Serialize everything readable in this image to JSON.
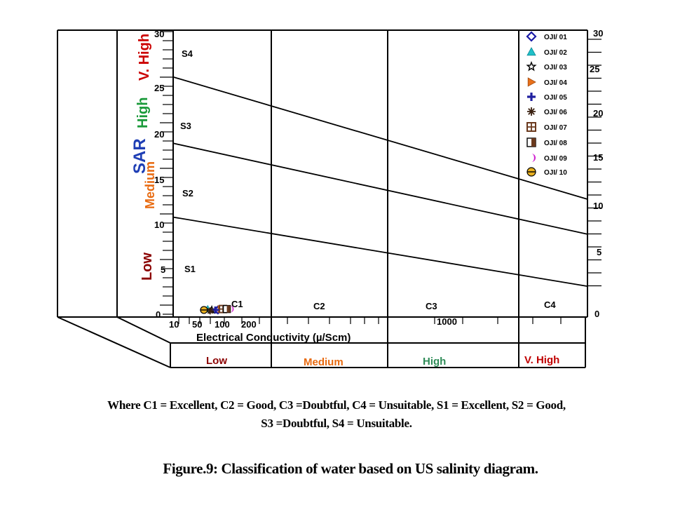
{
  "chart_data": {
    "type": "scatter",
    "title": "",
    "xlabel": "Electrical Conductivity (µ/Scm)",
    "ylabel": "SAR",
    "ylim": [
      0,
      30
    ],
    "y_ticks": [
      "30",
      "25",
      "20",
      "15",
      "10",
      "5",
      "0"
    ],
    "right_ticks": [
      "30",
      "25",
      "20",
      "15",
      "10",
      "5",
      "0"
    ],
    "x_tick_labels": [
      "10",
      "50",
      "100",
      "200",
      "1000"
    ],
    "conductivity_zones": [
      "C1",
      "C2",
      "C3",
      "C4"
    ],
    "sar_zones": [
      "S1",
      "S2",
      "S3",
      "S4"
    ],
    "conductivity_classes": [
      {
        "label": "Low",
        "color": "#8b0000"
      },
      {
        "label": "Medium",
        "color": "#e86a10"
      },
      {
        "label": "High",
        "color": "#2e8b57"
      },
      {
        "label": "V. High",
        "color": "#c00000"
      }
    ],
    "sar_classes": [
      {
        "label": "V. High",
        "color": "#cc0000"
      },
      {
        "label": "High",
        "color": "#1a9a3a"
      },
      {
        "label": "Medium",
        "color": "#e86a10"
      },
      {
        "label": "Low",
        "color": "#8b0000"
      }
    ],
    "sar_title_color": "#1f3fb5",
    "boundary_lines": [
      {
        "name": "S3/S4",
        "left": 25.2,
        "right": 12.3
      },
      {
        "name": "S2/S3",
        "left": 18.2,
        "right": 8.6
      },
      {
        "name": "S1/S2",
        "left": 10.4,
        "right": 3.1
      }
    ],
    "series": [
      {
        "name": "OJI/ 01",
        "marker": "diamond",
        "color": "#1a1aa6",
        "x": 47,
        "y": 0.3
      },
      {
        "name": "OJI/ 02",
        "marker": "triangle",
        "color": "#20c0c8",
        "x": 33,
        "y": 0.4
      },
      {
        "name": "OJI/ 03",
        "marker": "star",
        "color": "#000000",
        "x": 38,
        "y": 0.3
      },
      {
        "name": "OJI/ 04",
        "marker": "triangle-right",
        "color": "#e8701a",
        "x": 52,
        "y": 0.4
      },
      {
        "name": "OJI/ 05",
        "marker": "plus",
        "color": "#2020a0",
        "x": 43,
        "y": 0.3
      },
      {
        "name": "OJI/ 06",
        "marker": "asterisk",
        "color": "#3a2010",
        "x": 36,
        "y": 0.2
      },
      {
        "name": "OJI/ 07",
        "marker": "grid-square",
        "color": "#6b3a1e",
        "x": 56,
        "y": 0.4
      },
      {
        "name": "OJI/ 08",
        "marker": "half-square",
        "color": "#6b3a1e",
        "x": 64,
        "y": 0.4
      },
      {
        "name": "OJI/ 09",
        "marker": "crescent",
        "color": "#d020d0",
        "x": 72,
        "y": 0.4
      },
      {
        "name": "OJI/ 10",
        "marker": "circle-bar",
        "color": "#e8b020",
        "x": 29,
        "y": 0.3
      }
    ]
  },
  "captions": {
    "note_line1": "Where C1 = Excellent, C2 = Good, C3 =Doubtful, C4 = Unsuitable, S1 = Excellent, S2 = Good,",
    "note_line2": "S3 =Doubtful, S4 = Unsuitable.",
    "figure_caption": "Figure.9: Classification of water based on US salinity diagram."
  }
}
